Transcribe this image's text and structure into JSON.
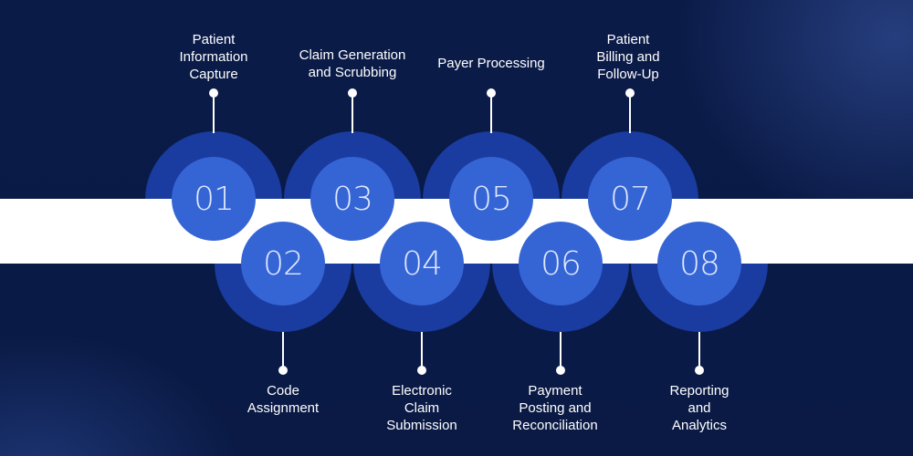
{
  "steps": [
    {
      "number": "01",
      "label": "Patient\nInformation\nCapture"
    },
    {
      "number": "02",
      "label": "Code\nAssignment"
    },
    {
      "number": "03",
      "label": "Claim Generation\nand Scrubbing"
    },
    {
      "number": "04",
      "label": "Electronic\nClaim\nSubmission"
    },
    {
      "number": "05",
      "label": "Payer Processing"
    },
    {
      "number": "06",
      "label": "Payment\nPosting and\nReconciliation"
    },
    {
      "number": "07",
      "label": "Patient\nBilling and\nFollow-Up"
    },
    {
      "number": "08",
      "label": "Reporting\nand\nAnalytics"
    }
  ],
  "colors": {
    "background": "#0a1a45",
    "band": "#ffffff",
    "outer_disc": "#1a3ba0",
    "inner_badge": "#3565d4",
    "badge_text": "#dfe8ff",
    "label_text": "#ffffff"
  }
}
